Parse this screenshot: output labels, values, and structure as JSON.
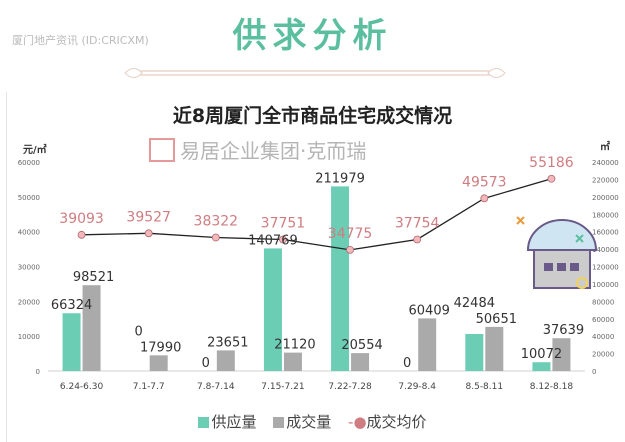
{
  "header": {
    "title": "供求分析"
  },
  "watermark": {
    "text": "厦门地产资讯",
    "id": "(ID:CRICXM)",
    "logo": "易居企业集团·克而瑞"
  },
  "colors": {
    "supply": "#6ccdb5",
    "sales": "#aaaaaa",
    "price_line": "#222222",
    "price_marker": "#f4b8bc",
    "price_label": "#cf7d80",
    "header": "#5bbf9f"
  },
  "chart_data": {
    "type": "bar",
    "title": "近8周厦门全市商品住宅成交情况",
    "ylabel_left": "元/㎡",
    "ylabel_right": "㎡",
    "ylim_left": [
      0,
      60000
    ],
    "ylim_right": [
      0,
      240000
    ],
    "yticks_left": [
      "0",
      "10000",
      "20000",
      "30000",
      "40000",
      "50000",
      "60000"
    ],
    "yticks_right": [
      "0",
      "20000",
      "40000",
      "60000",
      "80000",
      "100000",
      "120000",
      "140000",
      "160000",
      "180000",
      "200000",
      "220000",
      "240000"
    ],
    "categories": [
      "6.24-6.30",
      "7.1-7.7",
      "7.8-7.14",
      "7.15-7.21",
      "7.22-7.28",
      "7.29-8.4",
      "8.5-8.11",
      "8.12-8.18"
    ],
    "series": [
      {
        "name": "供应量",
        "type": "bar",
        "axis": "right",
        "values": [
          66324,
          0,
          0,
          140769,
          211979,
          0,
          42484,
          10072
        ]
      },
      {
        "name": "成交量",
        "type": "bar",
        "axis": "right",
        "values": [
          98521,
          17990,
          23651,
          21120,
          20554,
          60409,
          50651,
          37639
        ]
      },
      {
        "name": "成交均价",
        "type": "line",
        "axis": "left",
        "values": [
          39093,
          39527,
          38322,
          37751,
          34775,
          37754,
          49573,
          55186
        ]
      }
    ],
    "grid": false,
    "legend": "bottom"
  }
}
